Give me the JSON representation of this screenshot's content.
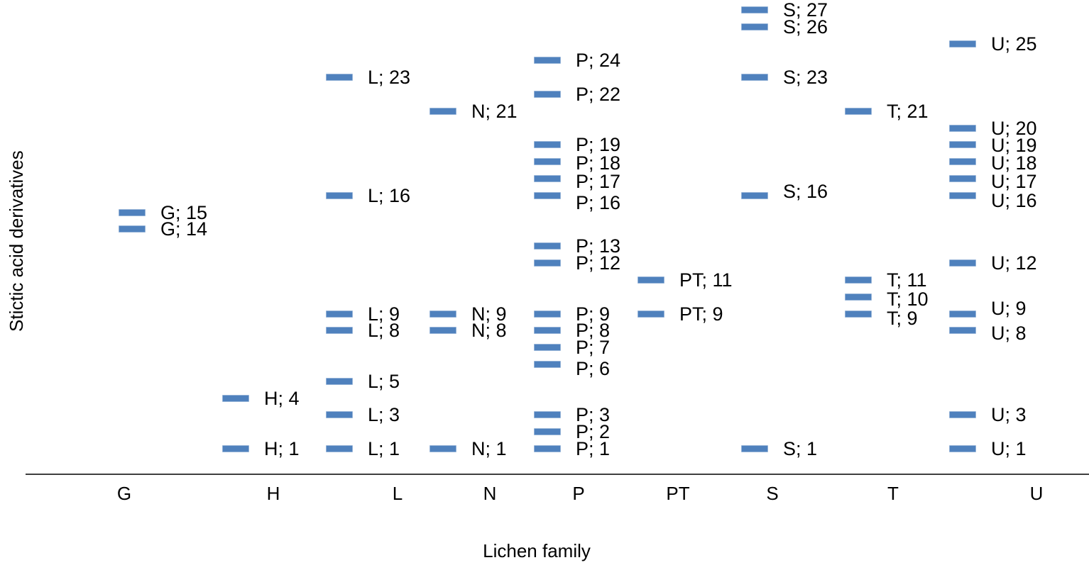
{
  "chart_data": {
    "type": "scatter",
    "title": "",
    "xlabel": "Lichen family",
    "ylabel": "Stictic acid derivatives",
    "legend_position": "none",
    "grid": false,
    "marker_style": "horizontal-dash",
    "marker_color": "#4f81bd",
    "marker_border_color": "#95b3d7",
    "axis_line_color": "#3f3f3f",
    "text_color": "#000000",
    "background_color": "#ffffff",
    "label_separator": "; ",
    "categories": [
      "G",
      "H",
      "L",
      "N",
      "P",
      "PT",
      "S",
      "T",
      "U"
    ],
    "ylim": [
      0,
      28
    ],
    "series": [
      {
        "name": "G",
        "values": [
          15,
          14
        ]
      },
      {
        "name": "H",
        "values": [
          4,
          1
        ]
      },
      {
        "name": "L",
        "values": [
          23,
          16,
          9,
          8,
          5,
          3,
          1
        ]
      },
      {
        "name": "N",
        "values": [
          21,
          9,
          8,
          1
        ]
      },
      {
        "name": "P",
        "values": [
          24,
          22,
          19,
          18,
          17,
          16,
          13,
          12,
          9,
          8,
          7,
          6,
          3,
          2,
          1
        ]
      },
      {
        "name": "PT",
        "values": [
          11,
          9
        ]
      },
      {
        "name": "S",
        "values": [
          27,
          26,
          23,
          16,
          1
        ]
      },
      {
        "name": "T",
        "values": [
          21,
          11,
          10,
          9
        ]
      },
      {
        "name": "U",
        "values": [
          25,
          20,
          19,
          18,
          17,
          16,
          12,
          9,
          8,
          3,
          1
        ]
      }
    ],
    "point_labels": [
      "G; 15",
      "G; 14",
      "H; 4",
      "H; 1",
      "L; 23",
      "L; 16",
      "L; 9",
      "L; 8",
      "L; 5",
      "L; 3",
      "L; 1",
      "N; 21",
      "N; 9",
      "N; 8",
      "N; 1",
      "P; 24",
      "P; 22",
      "P; 19",
      "P; 18",
      "P; 17",
      "P; 16",
      "P; 13",
      "P; 12",
      "P; 9",
      "P; 8",
      "P; 7",
      "P; 6",
      "P; 3",
      "P; 2",
      "P; 1",
      "PT; 11",
      "PT; 9",
      "S; 27",
      "S; 26",
      "S; 23",
      "S; 16",
      "S; 1",
      "T; 21",
      "T; 11",
      "T; 10",
      "T; 9",
      "U; 25",
      "U; 20",
      "U; 19",
      "U; 18",
      "U; 17",
      "U; 16",
      "U; 12",
      "U; 9",
      "U; 8",
      "U; 3",
      "U; 1"
    ]
  }
}
